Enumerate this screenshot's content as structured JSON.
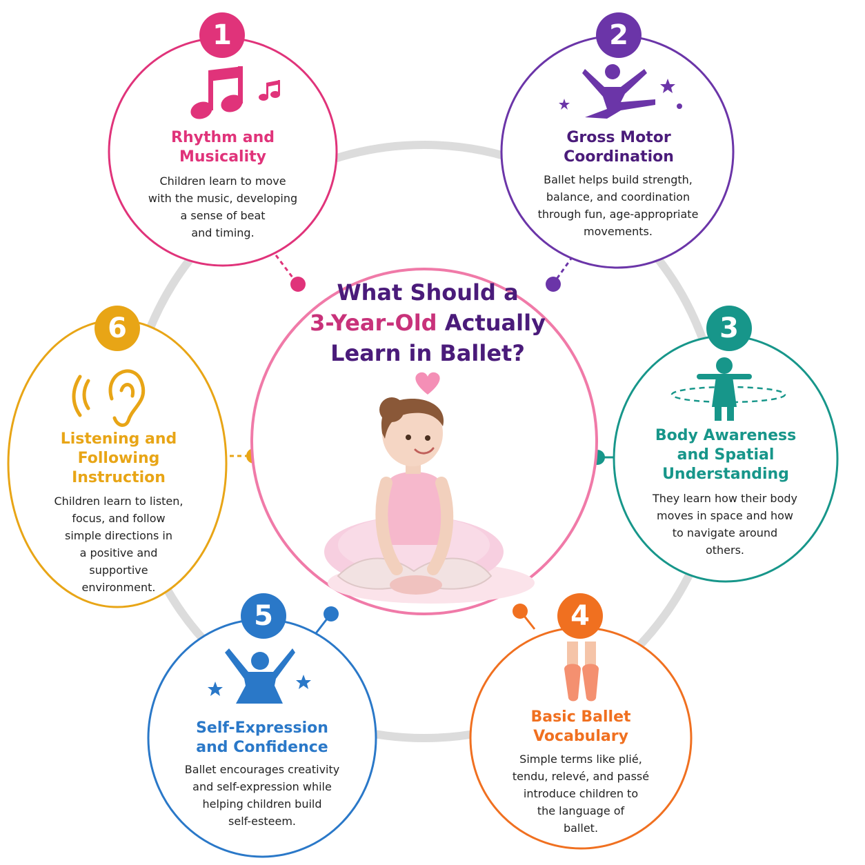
{
  "center": {
    "title_line1": "What Should a",
    "title_line2_accent": "3-Year-Old",
    "title_line2_rest": " Actually",
    "title_line3": "Learn in Ballet?"
  },
  "colors": {
    "title_dark": "#4a1b7a",
    "title_accent": "#c8327a",
    "center_ring": "#f07aa8",
    "heart": "#f48fb6",
    "background_ring": "#dcdcdc"
  },
  "items": [
    {
      "number": "1",
      "title_lines": [
        "Rhythm and",
        "Musicality"
      ],
      "description_lines": [
        "Children learn to move",
        "with the music, developing",
        "a sense of beat",
        "and timing."
      ],
      "color": "#e0337a",
      "icon": "music-notes-icon"
    },
    {
      "number": "2",
      "title_lines": [
        "Gross Motor",
        "Coordination"
      ],
      "description_lines": [
        "Ballet helps build strength,",
        "balance, and coordination",
        "through fun, age-appropriate",
        "movements."
      ],
      "color": "#6b35a8",
      "icon": "leaping-dancer-icon"
    },
    {
      "number": "3",
      "title_lines": [
        "Body Awareness",
        "and Spatial",
        "Understanding"
      ],
      "description_lines": [
        "They learn how their body",
        "moves in space and how",
        "to navigate around",
        "others."
      ],
      "color": "#17968a",
      "icon": "child-arms-out-icon"
    },
    {
      "number": "4",
      "title_lines": [
        "Basic Ballet",
        "Vocabulary"
      ],
      "description_lines": [
        "Simple terms like plié,",
        "tendu, relevé, and passé",
        "introduce children to",
        "the language of",
        "ballet."
      ],
      "color": "#f07020",
      "icon": "pointe-shoes-icon"
    },
    {
      "number": "5",
      "title_lines": [
        "Self-Expression",
        "and Confidence"
      ],
      "description_lines": [
        "Ballet encourages creativity",
        "and self-expression while",
        "helping children build",
        "self-esteem."
      ],
      "color": "#2a78c8",
      "icon": "raised-arms-dancer-icon"
    },
    {
      "number": "6",
      "title_lines": [
        "Listening and",
        "Following",
        "Instruction"
      ],
      "description_lines": [
        "Children learn to listen,",
        "focus, and follow",
        "simple directions in",
        "a positive and",
        "supportive",
        "environment."
      ],
      "color": "#e8a516",
      "icon": "ear-icon"
    }
  ]
}
